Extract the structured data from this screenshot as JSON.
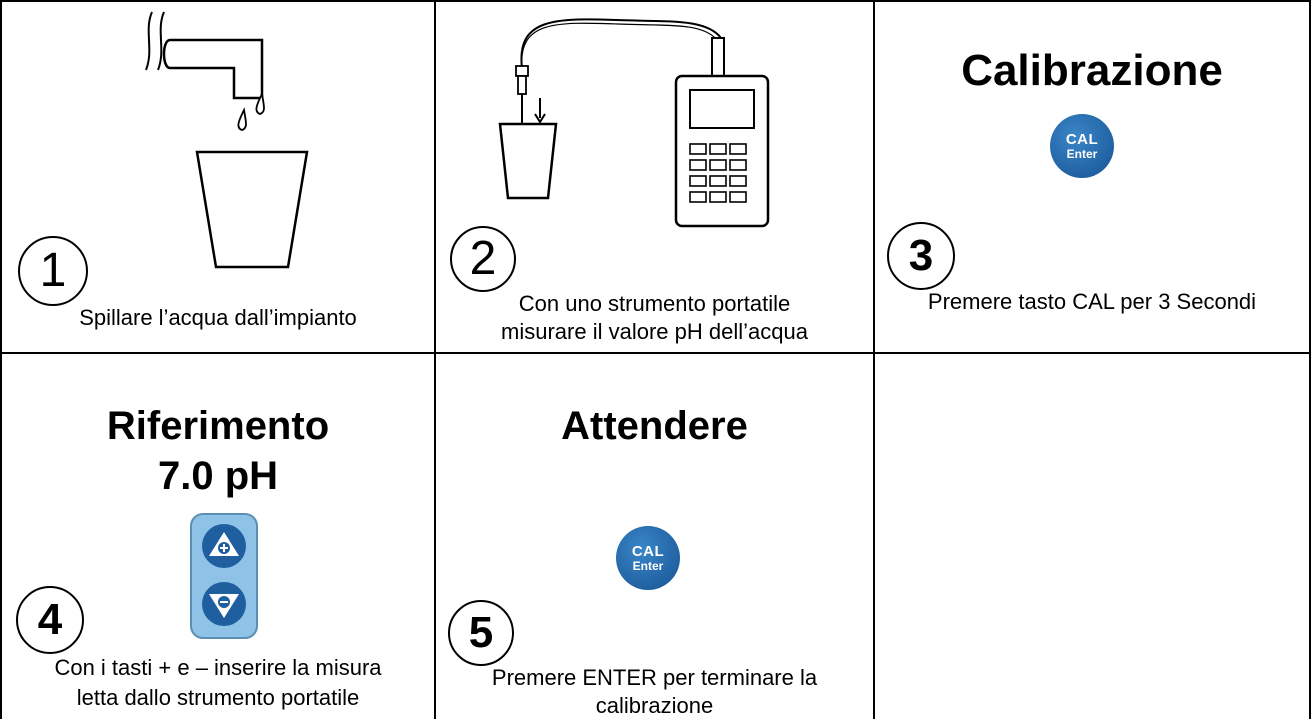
{
  "steps": [
    {
      "number": "1",
      "caption": "Spillare l’acqua dall’impianto"
    },
    {
      "number": "2",
      "caption_line1": "Con uno strumento portatile",
      "caption_line2": "misurare il valore pH dell’acqua"
    },
    {
      "number": "3",
      "title": "Calibrazione",
      "button_line1": "CAL",
      "button_line2": "Enter",
      "caption": "Premere tasto CAL per 3 Secondi"
    },
    {
      "number": "4",
      "title_line1": "Riferimento",
      "title_line2": "7.0 pH",
      "caption_line1": "Con i tasti + e – inserire la misura",
      "caption_line2": "letta dallo strumento portatile"
    },
    {
      "number": "5",
      "title": "Attendere",
      "button_line1": "CAL",
      "button_line2": "Enter",
      "caption_line1": "Premere ENTER per terminare la",
      "caption_line2": "calibrazione"
    }
  ],
  "icons": [
    "tap-icon",
    "water-drops-icon",
    "cup-icon",
    "ph-meter-icon",
    "probe-icon",
    "arrow-down-icon",
    "cal-enter-button-icon",
    "plus-minus-keypad-icon"
  ],
  "colors": {
    "button_blue": "#1f5f9f",
    "keypad_blue": "#8ec2e6",
    "border": "#000000"
  }
}
